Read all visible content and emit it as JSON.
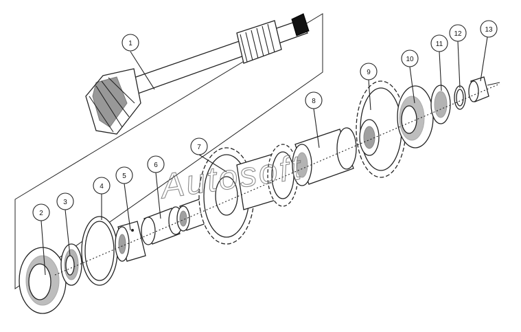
{
  "diagram": {
    "watermark": "Autosoft",
    "callouts": [
      {
        "id": "1",
        "label": "1"
      },
      {
        "id": "2",
        "label": "2"
      },
      {
        "id": "3",
        "label": "3"
      },
      {
        "id": "4",
        "label": "4"
      },
      {
        "id": "5",
        "label": "5"
      },
      {
        "id": "6",
        "label": "6"
      },
      {
        "id": "7",
        "label": "7"
      },
      {
        "id": "8",
        "label": "8"
      },
      {
        "id": "9",
        "label": "9"
      },
      {
        "id": "10",
        "label": "10"
      },
      {
        "id": "11",
        "label": "11"
      },
      {
        "id": "12",
        "label": "12"
      },
      {
        "id": "13",
        "label": "13"
      }
    ]
  }
}
